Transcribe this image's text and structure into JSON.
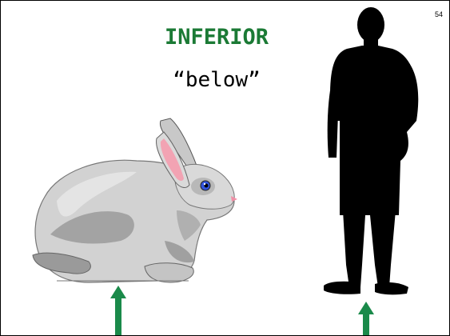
{
  "slide": {
    "page_number": "54",
    "title": "INFERIOR",
    "subtitle": "“below”"
  },
  "colors": {
    "title": "#1b7a35",
    "arrow": "#1a8a4a",
    "rabbit_body": "#d2d2d2",
    "rabbit_shadow": "#9c9c9c",
    "ear_inner": "#f2a3b3",
    "silhouette": "#000000"
  },
  "illustrations": {
    "left": "rabbit-clipart",
    "right": "standing-man-silhouette",
    "pointers": [
      "up-arrow",
      "up-arrow"
    ]
  }
}
